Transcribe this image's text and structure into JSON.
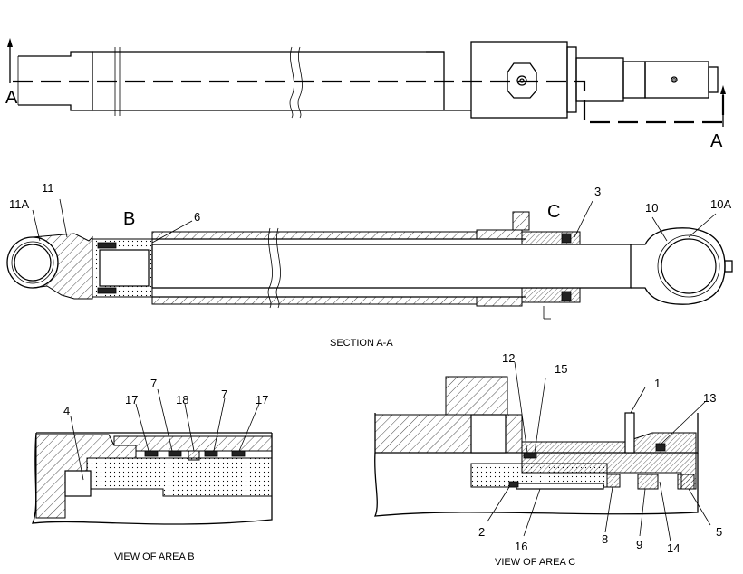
{
  "section_marks": {
    "a_left": "A",
    "a_right": "A"
  },
  "section": {
    "title": "SECTION A-A",
    "area_b": "B",
    "area_c": "C"
  },
  "callouts": {
    "c1": "1",
    "c2": "2",
    "c3": "3",
    "c4": "4",
    "c5": "5",
    "c6": "6",
    "c7a": "7",
    "c7b": "7",
    "c8": "8",
    "c9": "9",
    "c10": "10",
    "c10a": "10A",
    "c11": "11",
    "c11a": "11A",
    "c12": "12",
    "c13": "13",
    "c14": "14",
    "c15": "15",
    "c16": "16",
    "c17a": "17",
    "c17b": "17",
    "c18": "18"
  },
  "views": {
    "area_b_caption": "VIEW OF AREA B",
    "area_c_caption": "VIEW OF AREA C"
  }
}
